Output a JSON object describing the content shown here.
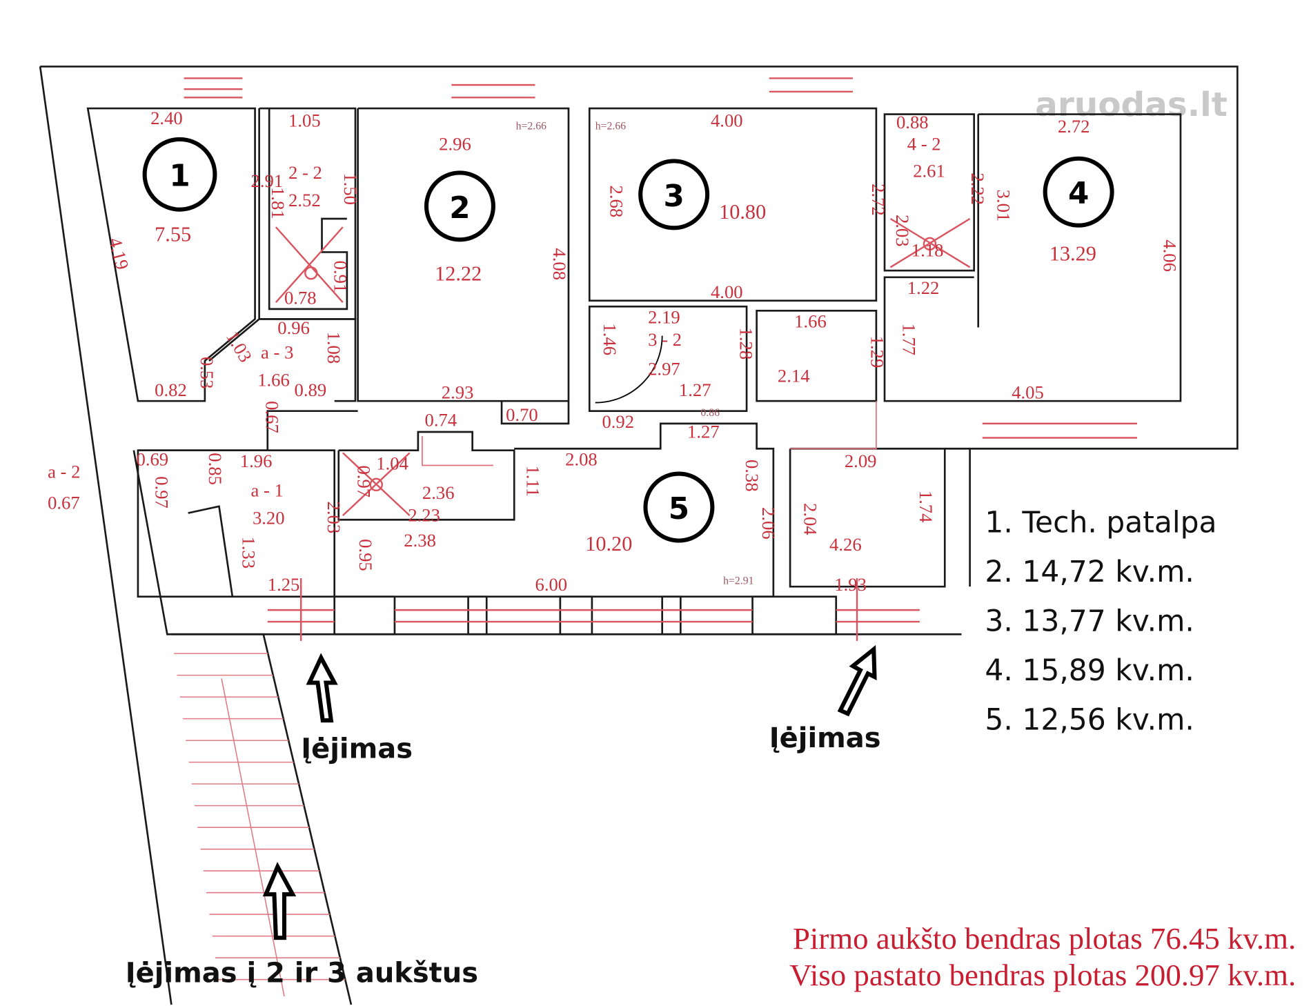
{
  "plan": {
    "rooms": [
      {
        "number": "1",
        "area": "7.55"
      },
      {
        "number": "2",
        "area": "12.22"
      },
      {
        "number": "3",
        "area": "10.80"
      },
      {
        "number": "4",
        "area": "13.29"
      },
      {
        "number": "5",
        "area": "10.20"
      }
    ],
    "dimensions": [
      "2.40",
      "1.05",
      "2.96",
      "h=2.66",
      "h=2.66",
      "4.00",
      "0.88",
      "2.72",
      "2 - 2",
      "2.52",
      "1.50",
      "4 - 2",
      "2.61",
      "2.91",
      "4.19",
      "2.68",
      "4.08",
      "2.72",
      "3.01",
      "4.06",
      "2.22",
      "2.03",
      "1.18",
      "1.81",
      "0.91",
      "0.78",
      "4.00",
      "1.22",
      "2.19",
      "3 - 2",
      "2.97",
      "1.28",
      "1.46",
      "1.27",
      "0.86",
      "0.92",
      "1.66",
      "2.14",
      "1.29",
      "1.77",
      "4.05",
      "0.96",
      "a - 3",
      "1.03",
      "1.08",
      "1.66",
      "0.89",
      "0.53",
      "0.82",
      "2.93",
      "0.70",
      "0.74",
      "0.67",
      "1.27",
      "0.69",
      "0.85",
      "1.96",
      "a - 2",
      "0.67",
      "0.97",
      "a - 1",
      "3.20",
      "2.03",
      "1.33",
      "1.04",
      "0.97",
      "2.36",
      "2.23",
      "1.11",
      "2.38",
      "0.95",
      "2.08",
      "0.38",
      "2.06",
      "h=2.91",
      "6.00",
      "1.25",
      "2.09",
      "2.04",
      "1.74",
      "4.26",
      "1.93"
    ],
    "watermark": "aruodas.lt"
  },
  "legend": [
    "1. Tech. patalpa",
    "2. 14,72 kv.m.",
    "3. 13,77 kv.m.",
    "4. 15,89 kv.m.",
    "5. 12,56 kv.m."
  ],
  "entrances": {
    "left": "Įėjimas",
    "right": "Įėjimas",
    "stairs": "Įėjimas į 2 ir 3 aukštus"
  },
  "totals": {
    "first_floor": "Pirmo aukšto bendras plotas 76.45 kv.m.",
    "building": "Viso pastato bendras plotas 200.97 kv.m."
  }
}
